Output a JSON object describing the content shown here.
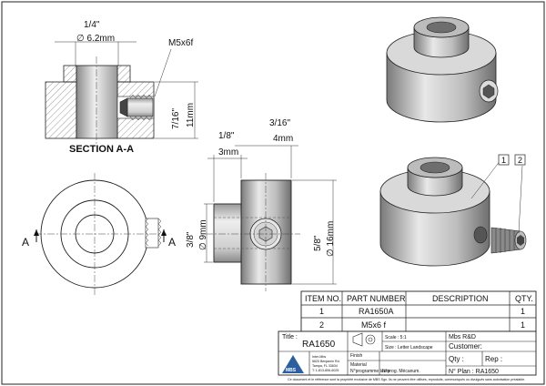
{
  "section_view": {
    "dim_bore_frac": "1/4\"",
    "dim_bore_mm": "∅ 6.2mm",
    "thread_label": "M5x6f",
    "dim_h_frac": "7/16\"",
    "dim_h_mm": "11mm",
    "caption": "SECTION A-A"
  },
  "front_view": {
    "arrow_left": "A",
    "arrow_right": "A"
  },
  "side_view": {
    "dim_a_frac": "1/8\"",
    "dim_a_mm": "3mm",
    "dim_b_frac": "3/16\"",
    "dim_b_mm": "4mm",
    "dim_d1_frac": "3/8\"",
    "dim_d1_mm": "∅ 9mm",
    "dim_d2_frac": "5/8\"",
    "dim_d2_mm": "∅ 16mm"
  },
  "balloons": [
    "1",
    "2"
  ],
  "bom": {
    "headers": [
      "ITEM NO.",
      "PART NUMBER",
      "DESCRIPTION",
      "QTY."
    ],
    "rows": [
      [
        "1",
        "RA1650A",
        "",
        "1"
      ],
      [
        "2",
        "M5x6 f",
        "",
        "1"
      ]
    ]
  },
  "title_block": {
    "title_label": "Title :",
    "title_value": "RA1650",
    "scale": "Scale : 5:1",
    "size": "Size : Letter Landscape",
    "finish": "Finish",
    "material": "Material",
    "company": "Mbs R&D",
    "customer": "Customer:",
    "qty": "Qty :",
    "rep": "Rep :",
    "prog_num": "N°programme laser",
    "prog_mech": "N°prog. Mécanum.",
    "plan": "N° Plan : RA1650",
    "logo_text": "MBS",
    "address": [
      "Inter-Mbs",
      "5620 Benjamin Rd.",
      "Tampa, FL 33634",
      "T: 1-813-806-6025"
    ],
    "footer": "Ce document et le référence sont la propriété exclusive de MBS Sgn. Ils ne peuvent être utilisés, reproduits, communiqués ou divulgués sans autorisation préalable."
  }
}
